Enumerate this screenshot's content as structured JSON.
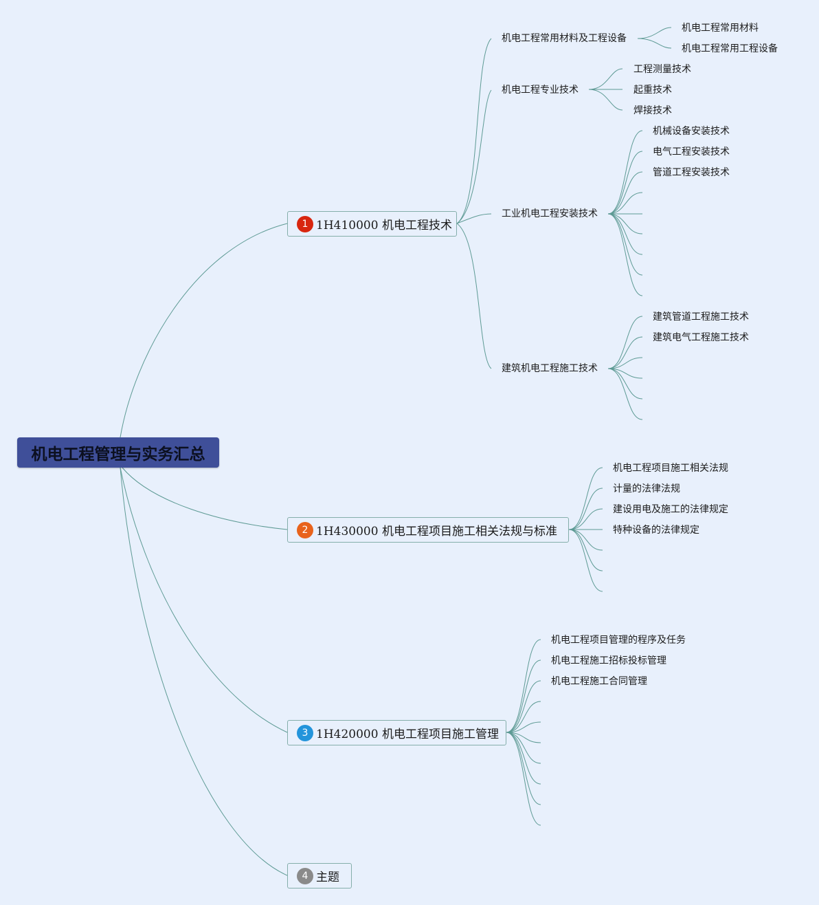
{
  "root": {
    "title": "机电工程管理与实务汇总"
  },
  "topics": [
    {
      "badge": "1",
      "label": "1H410000 机电工程技术",
      "children": [
        {
          "label": "机电工程常用材料及工程设备",
          "children": [
            "机电工程常用材料",
            "机电工程常用工程设备"
          ]
        },
        {
          "label": "机电工程专业技术",
          "children": [
            "工程测量技术",
            "起重技术",
            "焊接技术"
          ]
        },
        {
          "label": "工业机电工程安装技术",
          "children": [
            "机械设备安装技术",
            "电气工程安装技术",
            "管道工程安装技术"
          ]
        },
        {
          "label": "建筑机电工程施工技术",
          "children": [
            "建筑管道工程施工技术",
            "建筑电气工程施工技术"
          ]
        }
      ]
    },
    {
      "badge": "2",
      "label": "1H430000 机电工程项目施工相关法规与标准",
      "children": [
        "机电工程项目施工相关法规",
        "计量的法律法规",
        "建设用电及施工的法律规定",
        "特种设备的法律规定"
      ]
    },
    {
      "badge": "3",
      "label": "1H420000 机电工程项目施工管理",
      "children": [
        "机电工程项目管理的程序及任务",
        "机电工程施工招标投标管理",
        "机电工程施工合同管理"
      ]
    },
    {
      "badge": "4",
      "label": "主题",
      "children": []
    }
  ],
  "colors": {
    "background": "#e8f0fc",
    "root_fill": "#3f4f99",
    "connector": "#5d9a94",
    "badge_1": "#d8260f",
    "badge_2": "#e8631c",
    "badge_3": "#2394db",
    "badge_4": "#8a8a8a"
  }
}
